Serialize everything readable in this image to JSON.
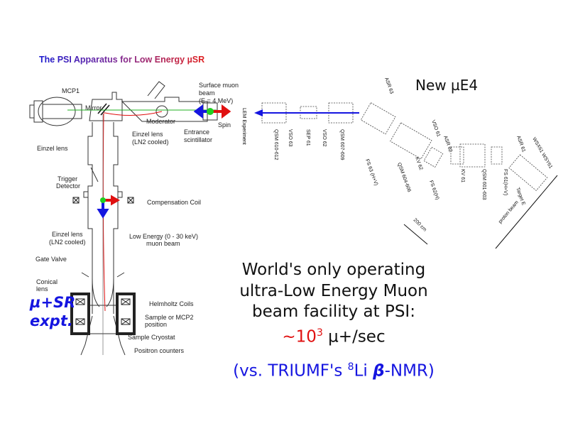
{
  "left_diagram": {
    "title": "The PSI Apparatus for Low Energy µSR",
    "labels": {
      "mcp1": "MCP1",
      "mirror": "Mirror",
      "surface_beam_1": "Surface muon",
      "surface_beam_2": "beam",
      "surface_beam_3": "(E = 4 MeV)",
      "spin": "Spin",
      "moderator": "Moderator",
      "einzel_top_1": "Einzel lens",
      "einzel_top_2": "(LN2 cooled)",
      "entrance_1": "Entrance",
      "entrance_2": "scintillator",
      "einzel_left": "Einzel lens",
      "trigger_1": "Trigger",
      "trigger_2": "Detector",
      "compensation": "Compensation Coil",
      "einzel_mid_1": "Einzel lens",
      "einzel_mid_2": "(LN2 cooled)",
      "low_energy_1": "Low Energy (0 - 30 keV)",
      "low_energy_2": "muon beam",
      "gate_valve": "Gate Valve",
      "conical_1": "Conical",
      "conical_2": "lens",
      "helmholtz": "Helmholtz Coils",
      "sample_1": "Sample or MCP2",
      "sample_2": "position",
      "cryostat": "Sample Cryostat",
      "positron": "Positron counters"
    },
    "musr_line1": "µ+SR",
    "musr_line2": "expt."
  },
  "right_diagram": {
    "title": "New µE4",
    "components": [
      "LEM Experiment",
      "QSM 610-612",
      "VSO 63",
      "SEP 61",
      "VSO 62",
      "QSM 607-609",
      "ASR 63",
      "FS 63 (H+V)",
      "QSM 604-606",
      "KV 62",
      "VSO 61",
      "ASR 62",
      "FS 62(H)",
      "KV 61",
      "QSM 601-603",
      "FS 61(H+V)",
      "ASR 61",
      "WSX61 WSY61",
      "Target E",
      "proton beam",
      "200 cm"
    ]
  },
  "text": {
    "line1": "World's only operating",
    "line2": "ultra-Low Energy Muon",
    "line3": "beam facility at PSI:",
    "rate_prefix": "~10",
    "rate_exp": "3",
    "rate_unit": " µ+/sec",
    "compare_open": "(vs. TRIUMF's ",
    "compare_sup": "8",
    "compare_li": "Li ",
    "compare_beta": "β",
    "compare_close": "-NMR)"
  },
  "colors": {
    "blue": "#1515e0",
    "red": "#e01010",
    "green": "#20c020"
  }
}
